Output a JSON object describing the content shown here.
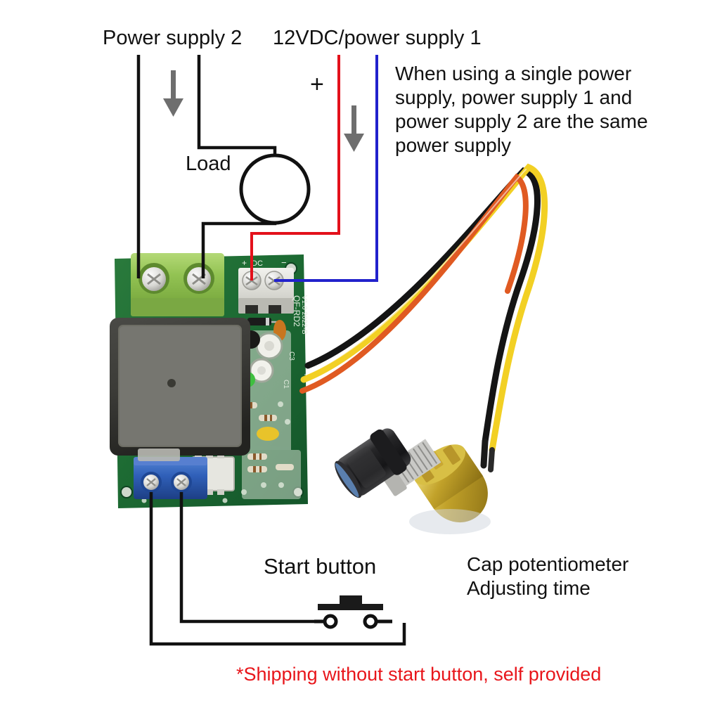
{
  "diagram": {
    "title_labels": {
      "power_supply_2": "Power supply 2",
      "power_supply_1": "12VDC/power supply 1",
      "load": "Load",
      "plus_sign": "+",
      "start_button": "Start button",
      "cap_potentiometer": "Cap potentiometer\nAdjusting time",
      "note": "When using a single power\nsupply, power supply 1 and\npower supply 2 are the same\npower supply",
      "shipping_note": "*Shipping without start button, self provided"
    },
    "board": {
      "silkscreen_dc": "+  DC   −",
      "silkscreen_model": "QF-RD2",
      "silkscreen_rev": "V1.0 2022-B",
      "cap_label_c1": "C1",
      "cap_label_c3": "C3"
    },
    "colors": {
      "wire_positive": "#e3111b",
      "wire_negative": "#2222cc",
      "wire_black": "#111111",
      "arrow_gray": "#6e6e6e",
      "note_red": "#e8161b",
      "pcb_green": "#1d6b33",
      "terminal_green": "#8fc04e",
      "terminal_blue": "#2f5fb8",
      "relay_black": "#2a2a28",
      "pot_brass": "#b99a22",
      "wire_yellow": "#f2d024",
      "wire_orange": "#e05a22"
    }
  }
}
